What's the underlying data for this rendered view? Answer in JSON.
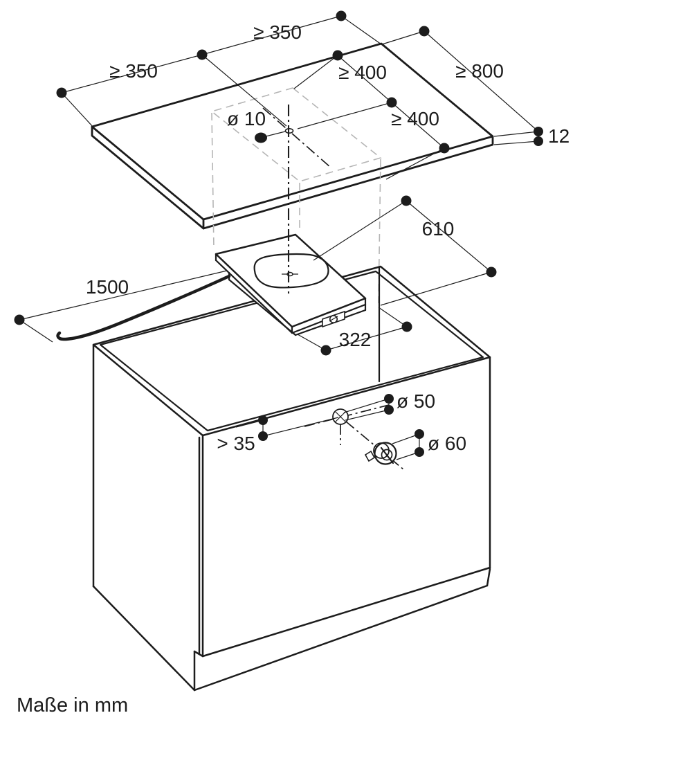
{
  "footer": "Maße in mm",
  "colors": {
    "line": "#1c1c1c",
    "hidden_dashed": "#b5b5b5",
    "background": "#ffffff"
  },
  "dimensions": {
    "clearance_left": "≥ 350",
    "clearance_back": "≥ 350",
    "clearance_right_back": "≥ 400",
    "clearance_right_front": "≥ 400",
    "worktop_depth": "≥ 800",
    "worktop_thickness": "12",
    "hole_diameter_top": "ø 10",
    "center_to_side": "610",
    "cable_length": "1500",
    "cutout_width": "322",
    "front_edge_distance": "> 35",
    "front_hole_diameter": "ø 50",
    "knob_hole_diameter": "ø 60"
  }
}
